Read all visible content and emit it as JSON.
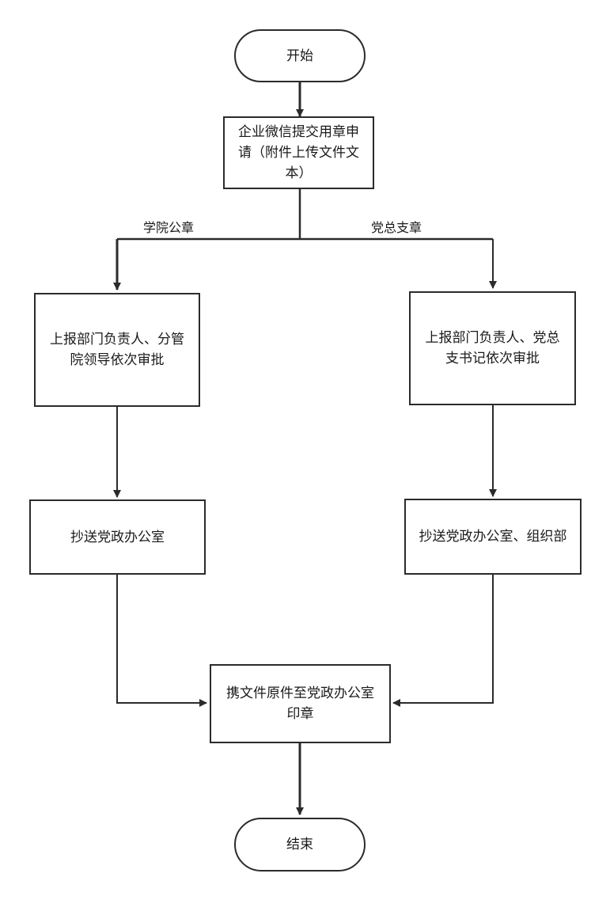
{
  "nodes": {
    "start": "开始",
    "submit": "企业微信提交用章申请（附件上传文件文本）",
    "college_approve": "上报部门负责人、分管院领导依次审批",
    "party_approve": "上报部门负责人、党总支书记依次审批",
    "college_cc": "抄送党政办公室",
    "party_cc": "抄送党政办公室、组织部",
    "stamp": "携文件原件至党政办公室印章",
    "end": "结束"
  },
  "edges": {
    "left_branch": "学院公章",
    "right_branch": "党总支章"
  }
}
